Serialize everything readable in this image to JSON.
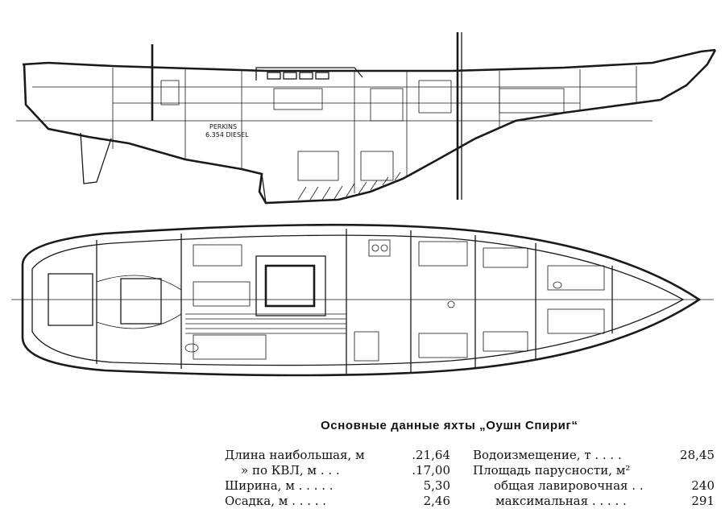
{
  "caption": "Основные данные яхты „Оушн Спириг“",
  "drawing_label_1": "PERKINS",
  "drawing_label_2": "6.354 DIESEL",
  "specs_left": [
    {
      "label": "Длина наибольшая, м",
      "dots": "",
      "value": ".21,64"
    },
    {
      "label": "»    по КВЛ, м . . .",
      "dots": "",
      "value": ".17,00"
    },
    {
      "label": "Ширина, м   . . . . .",
      "dots": "",
      "value": "5,30"
    },
    {
      "label": "Осадка, м   . . . . .",
      "dots": "",
      "value": "2,46"
    }
  ],
  "specs_right": [
    {
      "label": "Водоизмещение, т . . . .",
      "value": "28,45"
    },
    {
      "label": "Площадь парусности, м²",
      "value": ""
    },
    {
      "label": "общая лавировочная . .",
      "value": "240"
    },
    {
      "label": "максимальная . . . . .",
      "value": "291"
    }
  ]
}
